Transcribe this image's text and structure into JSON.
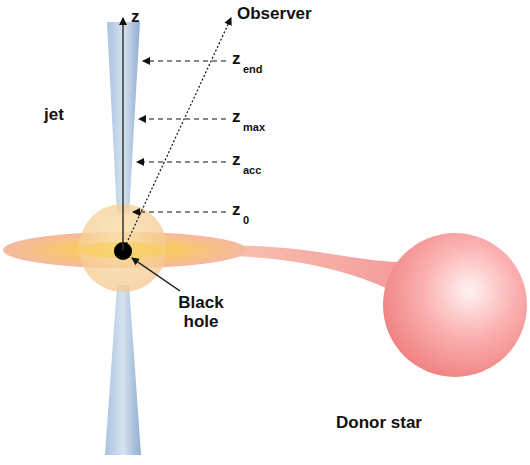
{
  "diagram": {
    "labels": [
      "z",
      "Observer",
      "z",
      "end",
      "jet",
      "z",
      "max",
      "z",
      "acc",
      "z",
      "0",
      "Black hole",
      "Donor star"
    ]
  }
}
